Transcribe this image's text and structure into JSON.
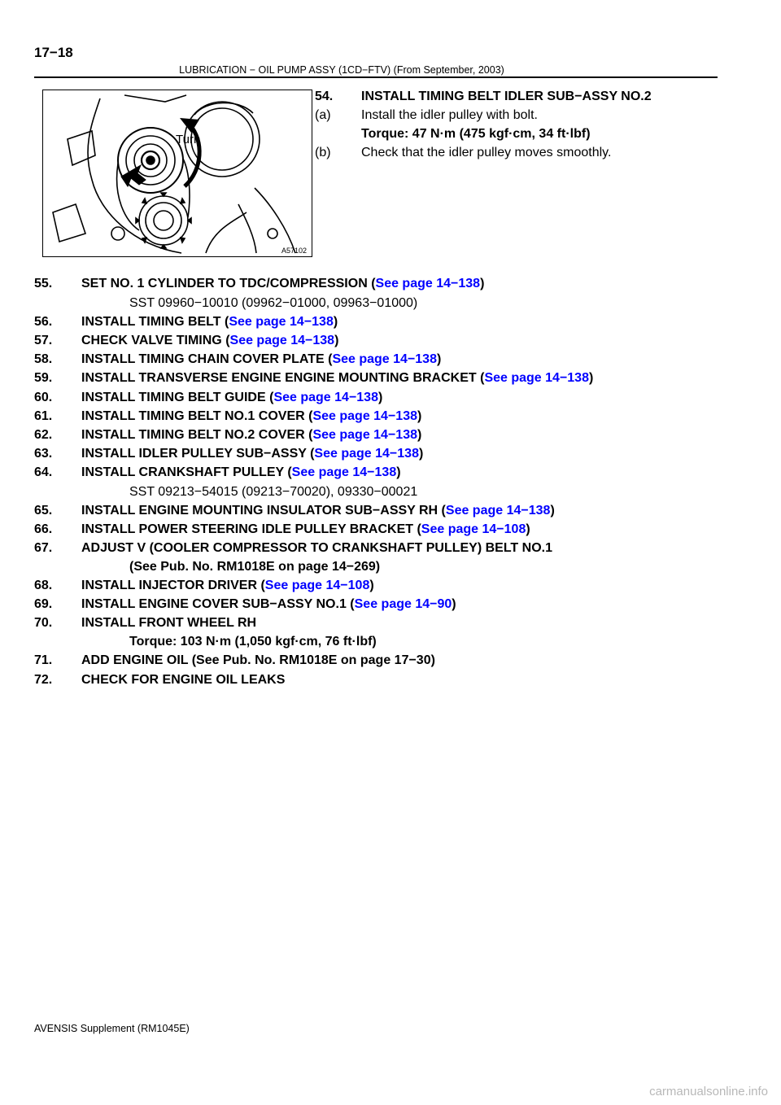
{
  "header": {
    "page_number": "17−18",
    "section": "LUBRICATION  −  OIL PUMP ASSY (1CD−FTV) (From September, 2003)"
  },
  "figure": {
    "code": "A57102",
    "turn_label": "Turn"
  },
  "top_steps": [
    {
      "num": "54.",
      "text": "INSTALL TIMING BELT IDLER SUB−ASSY NO.2"
    },
    {
      "num": "(a)",
      "text": "Install the idler pulley with bolt."
    },
    {
      "num": "",
      "text": "Torque: 47 N·m (475 kgf·cm, 34 ft·lbf)"
    },
    {
      "num": "(b)",
      "text": "Check that the idler pulley moves smoothly."
    }
  ],
  "steps": [
    {
      "num": "55.",
      "text": "SET NO. 1 CYLINDER TO TDC/COMPRESSION (",
      "link": "See page 14−138",
      "close": ")"
    },
    {
      "num": "",
      "text": "SST   09960−10010 (09962−01000, 09963−01000)",
      "link": "",
      "close": ""
    },
    {
      "num": "56.",
      "text": "INSTALL TIMING BELT (",
      "link": "See page 14−138",
      "close": ")"
    },
    {
      "num": "57.",
      "text": "CHECK VALVE TIMING (",
      "link": "See page 14−138",
      "close": ")"
    },
    {
      "num": "58.",
      "text": "INSTALL TIMING CHAIN COVER PLATE (",
      "link": "See page 14−138",
      "close": ")"
    },
    {
      "num": "59.",
      "text": "INSTALL TRANSVERSE ENGINE ENGINE MOUNTING BRACKET (",
      "link": "See page 14−138",
      "close": ")"
    },
    {
      "num": "60.",
      "text": "INSTALL TIMING BELT GUIDE (",
      "link": "See page 14−138",
      "close": ")"
    },
    {
      "num": "61.",
      "text": "INSTALL TIMING BELT NO.1 COVER (",
      "link": "See page 14−138",
      "close": ")"
    },
    {
      "num": "62.",
      "text": "INSTALL TIMING BELT NO.2 COVER (",
      "link": "See page 14−138",
      "close": ")"
    },
    {
      "num": "63.",
      "text": "INSTALL IDLER PULLEY SUB−ASSY (",
      "link": "See page 14−138",
      "close": ")"
    },
    {
      "num": "64.",
      "text": "INSTALL CRANKSHAFT PULLEY (",
      "link": "See page 14−138",
      "close": ")"
    },
    {
      "num": "",
      "text": "SST   09213−54015 (09213−70020), 09330−00021",
      "link": "",
      "close": ""
    },
    {
      "num": "65.",
      "text": "INSTALL ENGINE MOUNTING INSULATOR SUB−ASSY RH (",
      "link": "See page 14−138",
      "close": ")"
    },
    {
      "num": "66.",
      "text": "INSTALL POWER STEERING IDLE PULLEY BRACKET (",
      "link": "See page 14−108",
      "close": ")"
    },
    {
      "num": "67.",
      "text": "ADJUST V (COOLER COMPRESSOR TO CRANKSHAFT PULLEY) BELT NO.1",
      "link": "",
      "close": ""
    },
    {
      "num": "",
      "text": "(See Pub. No. RM1018E on page 14−269)",
      "link": "",
      "close": ""
    },
    {
      "num": "68.",
      "text": "INSTALL INJECTOR DRIVER (",
      "link": "See page 14−108",
      "close": ")"
    },
    {
      "num": "69.",
      "text": "INSTALL ENGINE COVER SUB−ASSY NO.1 (",
      "link": "See page 14−90",
      "close": ")"
    },
    {
      "num": "70.",
      "text": "INSTALL FRONT WHEEL RH",
      "link": "",
      "close": ""
    },
    {
      "num": "",
      "text": "Torque: 103 N·m (1,050 kgf·cm, 76 ft·lbf)",
      "link": "",
      "close": ""
    },
    {
      "num": "71.",
      "text": "ADD ENGINE OIL (See Pub. No. RM1018E on page 17−30)",
      "link": "",
      "close": ""
    },
    {
      "num": "72.",
      "text": "CHECK FOR ENGINE OIL LEAKS",
      "link": "",
      "close": ""
    }
  ],
  "footer": {
    "ident": "AVENSIS Supplement  (RM1045E)",
    "watermark": "carmanualsonline.info"
  },
  "colors": {
    "link": "#0000ff",
    "text": "#000000",
    "watermark": "#b8b8b8"
  }
}
